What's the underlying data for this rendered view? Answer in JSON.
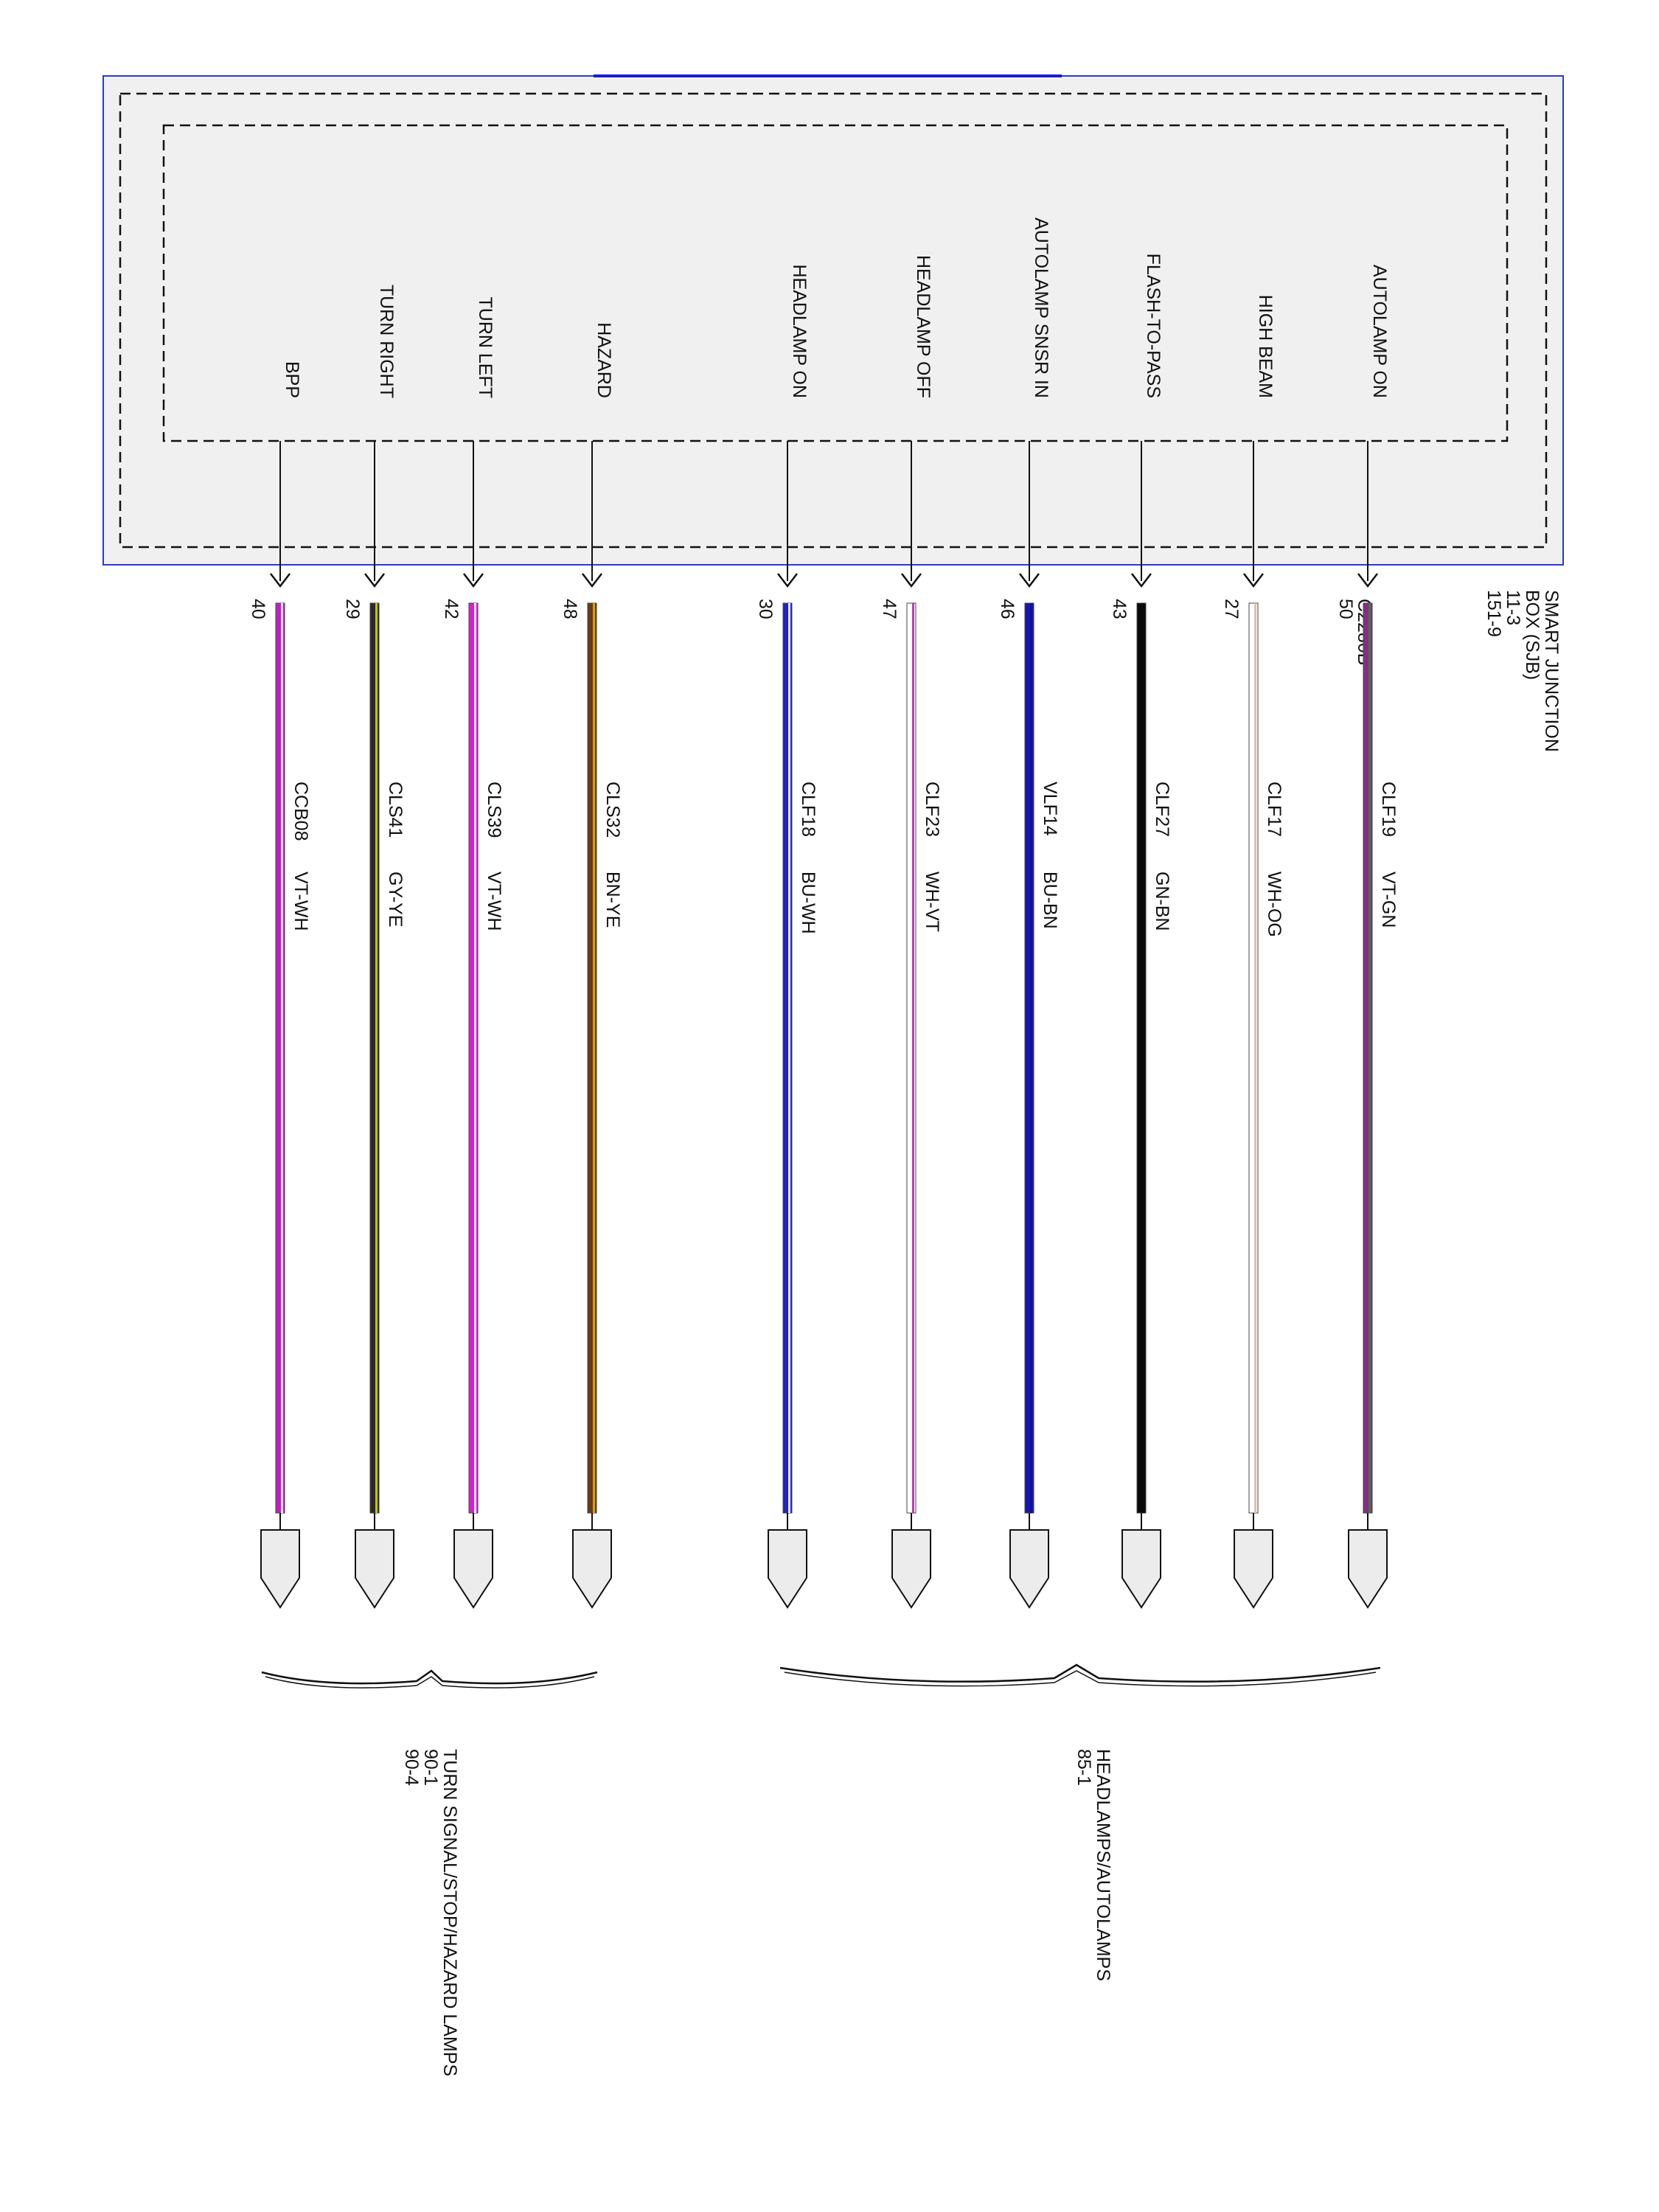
{
  "module": {
    "name_lines": [
      "SMART JUNCTION",
      "BOX (SJB)",
      "11-3",
      "151-9"
    ],
    "connector": "C2280B",
    "border_color": "#2b3bd0",
    "fill_color": "#f0f0f0"
  },
  "circuits": [
    {
      "function": "BPP",
      "pin": "40",
      "circuit": "CCB08",
      "color_code": "VT-WH",
      "colors": [
        "#c21ec8",
        "#ffffff"
      ],
      "group": "turn"
    },
    {
      "function": "TURN RIGHT",
      "pin": "29",
      "circuit": "CLS41",
      "color_code": "GY-YE",
      "colors": [
        "#2a2a2a",
        "#d9d400"
      ],
      "group": "turn"
    },
    {
      "function": "TURN LEFT",
      "pin": "42",
      "circuit": "CLS39",
      "color_code": "VT-WH",
      "colors": [
        "#d81fd8",
        "#ffffff"
      ],
      "group": "turn"
    },
    {
      "function": "HAZARD",
      "pin": "48",
      "circuit": "CLS32",
      "color_code": "BN-YE",
      "colors": [
        "#6b3a14",
        "#e0b000"
      ],
      "group": "turn"
    },
    {
      "function": "HEADLAMP ON",
      "pin": "30",
      "circuit": "CLF18",
      "color_code": "BU-WH",
      "colors": [
        "#2222c8",
        "#ffffff"
      ],
      "group": "head"
    },
    {
      "function": "HEADLAMP OFF",
      "pin": "47",
      "circuit": "CLF23",
      "color_code": "WH-VT",
      "colors": [
        "#ffffff",
        "#b02ab0"
      ],
      "group": "head"
    },
    {
      "function": "AUTOLAMP SNSR IN",
      "pin": "46",
      "circuit": "VLF14",
      "color_code": "BU-BN",
      "colors": [
        "#1616b4",
        "#101090"
      ],
      "group": "head"
    },
    {
      "function": "FLASH-TO-PASS",
      "pin": "43",
      "circuit": "CLF27",
      "color_code": "GN-BN",
      "colors": [
        "#0a0a0a",
        "#0a0a0a"
      ],
      "group": "head"
    },
    {
      "function": "HIGH BEAM",
      "pin": "27",
      "circuit": "CLF17",
      "color_code": "WH-OG",
      "colors": [
        "#ffffff",
        "#d8bfa0"
      ],
      "group": "head"
    },
    {
      "function": "AUTOLAMP ON",
      "pin": "50",
      "circuit": "CLF19",
      "color_code": "VT-GN",
      "colors": [
        "#8a2a8a",
        "#2a8a2a"
      ],
      "group": "head"
    }
  ],
  "groups": {
    "turn": {
      "lines": [
        "TURN SIGNAL/STOP/HAZARD LAMPS",
        "90-1",
        "90-4"
      ]
    },
    "head": {
      "lines": [
        "HEADLAMPS/AUTOLAMPS",
        "85-1"
      ]
    }
  }
}
